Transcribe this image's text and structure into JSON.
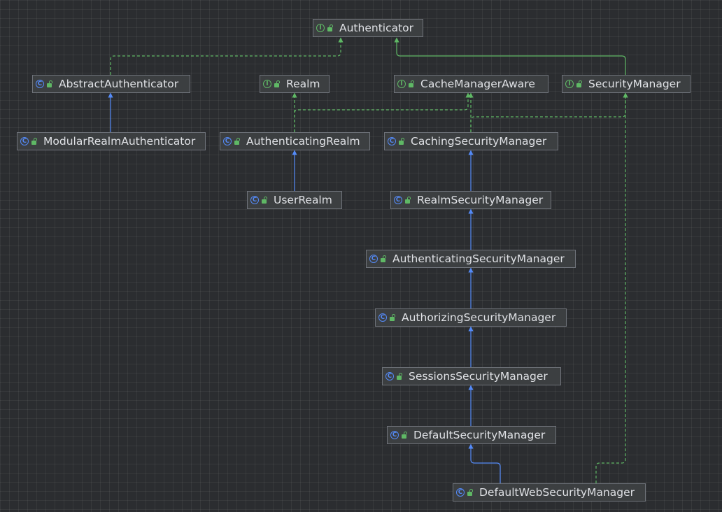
{
  "diagram": {
    "nodes": [
      {
        "id": "authenticator",
        "label": "Authenticator",
        "kind": "interface",
        "kind_glyph": "I"
      },
      {
        "id": "abstract-authenticator",
        "label": "AbstractAuthenticator",
        "kind": "class",
        "kind_glyph": "C"
      },
      {
        "id": "realm",
        "label": "Realm",
        "kind": "interface",
        "kind_glyph": "I"
      },
      {
        "id": "cache-manager-aware",
        "label": "CacheManagerAware",
        "kind": "interface",
        "kind_glyph": "I"
      },
      {
        "id": "security-manager",
        "label": "SecurityManager",
        "kind": "interface",
        "kind_glyph": "I"
      },
      {
        "id": "modular-realm-authenticator",
        "label": "ModularRealmAuthenticator",
        "kind": "class",
        "kind_glyph": "C"
      },
      {
        "id": "authenticating-realm",
        "label": "AuthenticatingRealm",
        "kind": "class",
        "kind_glyph": "C"
      },
      {
        "id": "caching-security-manager",
        "label": "CachingSecurityManager",
        "kind": "class",
        "kind_glyph": "C"
      },
      {
        "id": "user-realm",
        "label": "UserRealm",
        "kind": "class",
        "kind_glyph": "C"
      },
      {
        "id": "realm-security-manager",
        "label": "RealmSecurityManager",
        "kind": "class",
        "kind_glyph": "C"
      },
      {
        "id": "authenticating-security-manager",
        "label": "AuthenticatingSecurityManager",
        "kind": "class",
        "kind_glyph": "C"
      },
      {
        "id": "authorizing-security-manager",
        "label": "AuthorizingSecurityManager",
        "kind": "class",
        "kind_glyph": "C"
      },
      {
        "id": "sessions-security-manager",
        "label": "SessionsSecurityManager",
        "kind": "class",
        "kind_glyph": "C"
      },
      {
        "id": "default-security-manager",
        "label": "DefaultSecurityManager",
        "kind": "class",
        "kind_glyph": "C"
      },
      {
        "id": "default-web-security-manager",
        "label": "DefaultWebSecurityManager",
        "kind": "class",
        "kind_glyph": "C"
      }
    ],
    "edges": [
      {
        "from": "abstract-authenticator",
        "to": "authenticator",
        "type": "implements"
      },
      {
        "from": "security-manager",
        "to": "authenticator",
        "type": "extends"
      },
      {
        "from": "modular-realm-authenticator",
        "to": "abstract-authenticator",
        "type": "extends"
      },
      {
        "from": "authenticating-realm",
        "to": "realm",
        "type": "implements"
      },
      {
        "from": "authenticating-realm",
        "to": "cache-manager-aware",
        "type": "implements"
      },
      {
        "from": "caching-security-manager",
        "to": "cache-manager-aware",
        "type": "implements"
      },
      {
        "from": "caching-security-manager",
        "to": "security-manager",
        "type": "implements"
      },
      {
        "from": "user-realm",
        "to": "authenticating-realm",
        "type": "extends"
      },
      {
        "from": "realm-security-manager",
        "to": "caching-security-manager",
        "type": "extends"
      },
      {
        "from": "authenticating-security-manager",
        "to": "realm-security-manager",
        "type": "extends"
      },
      {
        "from": "authorizing-security-manager",
        "to": "authenticating-security-manager",
        "type": "extends"
      },
      {
        "from": "sessions-security-manager",
        "to": "authorizing-security-manager",
        "type": "extends"
      },
      {
        "from": "default-security-manager",
        "to": "sessions-security-manager",
        "type": "extends"
      },
      {
        "from": "default-web-security-manager",
        "to": "default-security-manager",
        "type": "extends"
      },
      {
        "from": "default-web-security-manager",
        "to": "security-manager",
        "type": "implements"
      }
    ]
  },
  "colors": {
    "background": "#2b2d30",
    "node_fill": "#3c3f41",
    "node_border": "#6f737a",
    "text": "#dfe1e5",
    "extends_edge": "#548af7",
    "implements_edge": "#5fb865",
    "class_icon": "#548af7",
    "interface_icon": "#5fb865"
  },
  "icons": {
    "class": "class-c-icon",
    "interface": "interface-i-icon",
    "visibility": "public-lock-icon"
  }
}
